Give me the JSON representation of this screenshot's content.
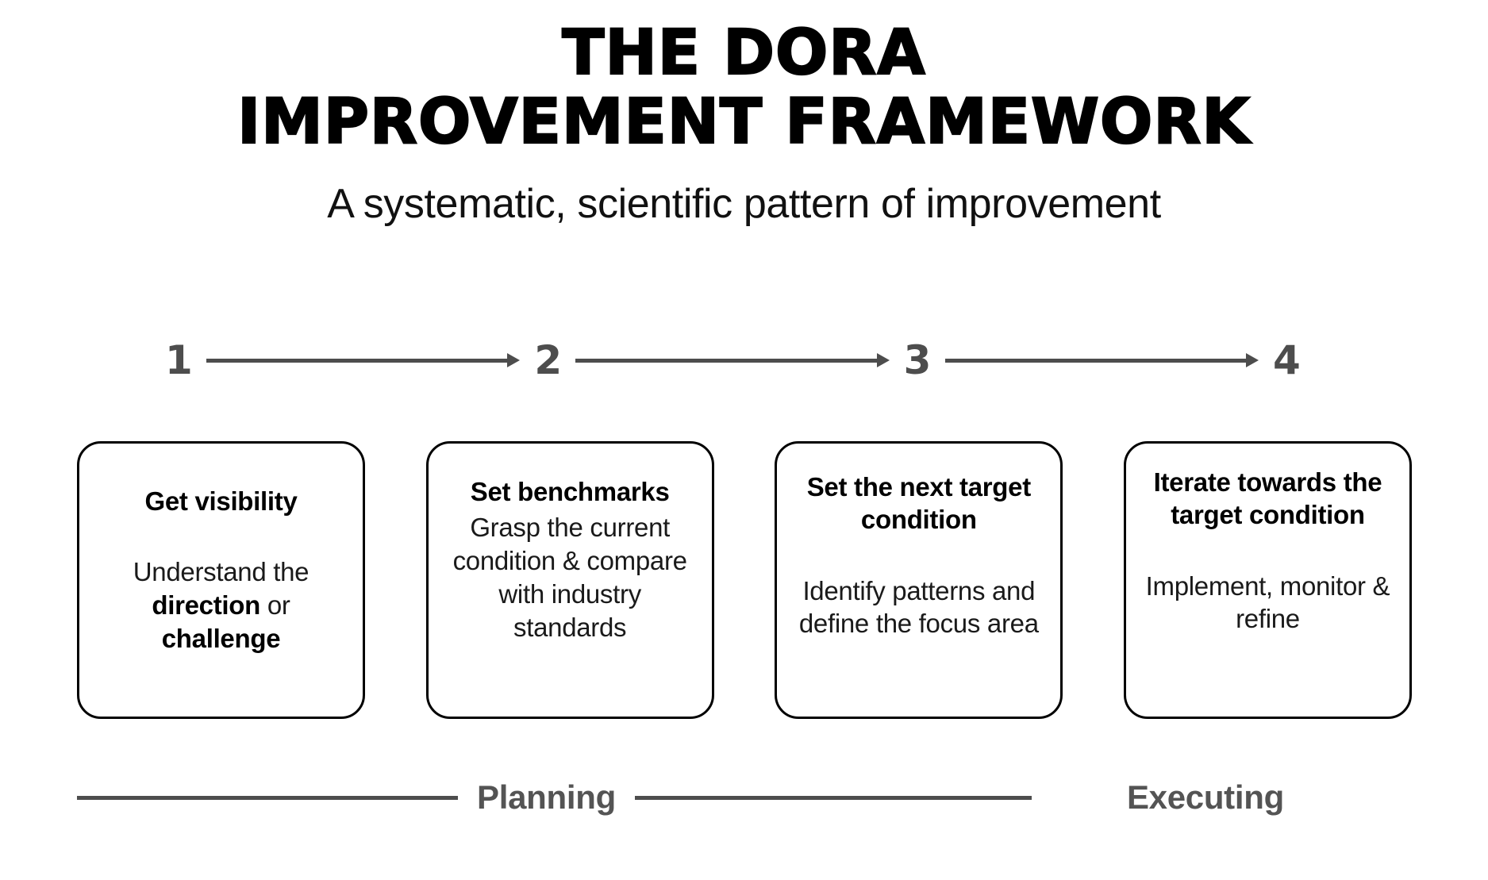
{
  "header": {
    "title_lines": [
      "THE DORA",
      "IMPROVEMENT FRAMEWORK"
    ],
    "subtitle": "A systematic, scientific pattern of improvement"
  },
  "steps": [
    {
      "number": "1"
    },
    {
      "number": "2"
    },
    {
      "number": "3"
    },
    {
      "number": "4"
    }
  ],
  "cards": [
    {
      "heading": "Get visibility",
      "body_plain": "Understand the ",
      "body_bold_1": "direction",
      "body_mid": " or ",
      "body_bold_2": "challenge"
    },
    {
      "heading": "Set benchmarks",
      "body": "Grasp the current condition & compare with industry standards"
    },
    {
      "heading": "Set the next target condition",
      "body": "Identify patterns and define the focus area"
    },
    {
      "heading": "Iterate towards the target condition",
      "body": "Implement, monitor & refine"
    }
  ],
  "phases": {
    "planning_label": "Planning",
    "executing_label": "Executing"
  },
  "colors": {
    "background": "#ffffff",
    "text": "#000000",
    "accent_gray": "#4d4d4d",
    "phase_label_gray": "#545454",
    "card_border": "#000000"
  }
}
